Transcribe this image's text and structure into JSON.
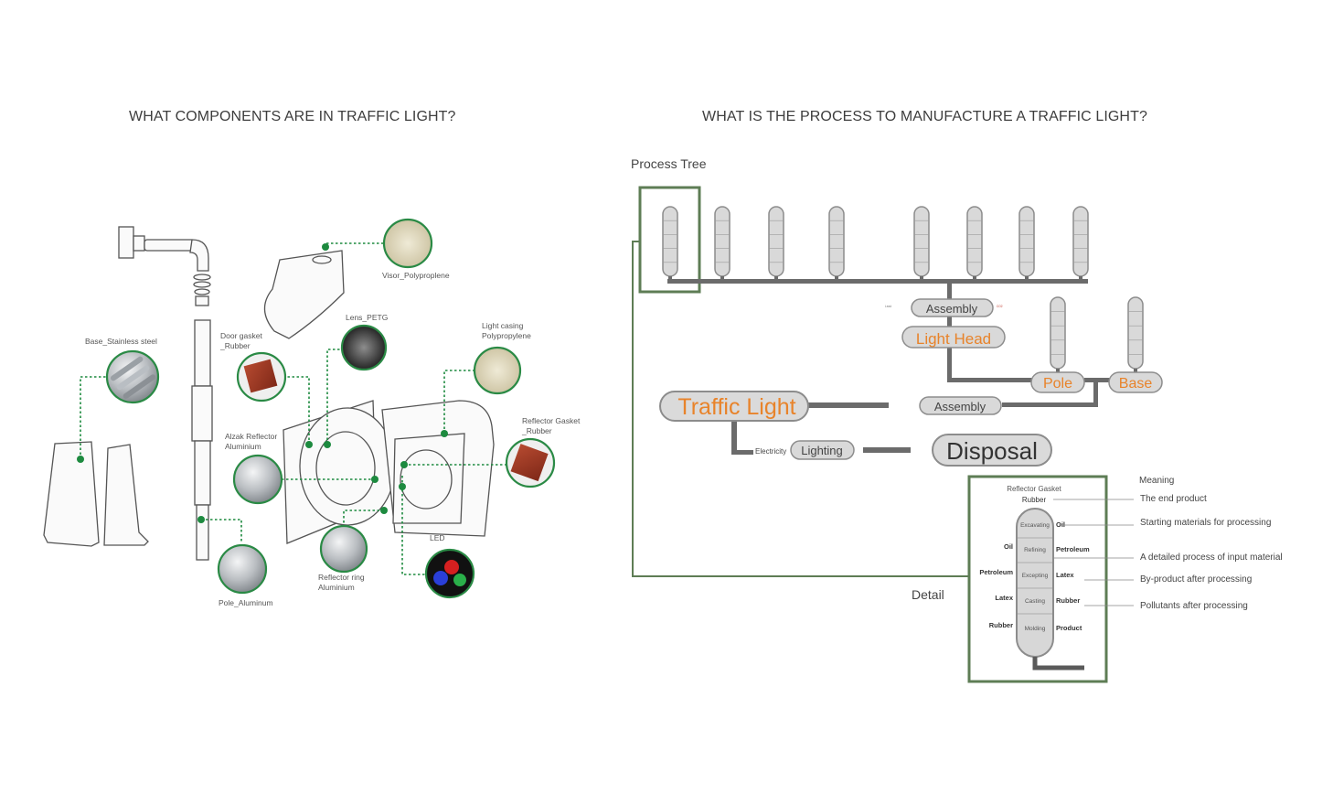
{
  "headers": {
    "left": "WHAT COMPONENTS ARE IN TRAFFIC LIGHT?",
    "right": "WHAT IS THE PROCESS TO MANUFACTURE A TRAFFIC LIGHT?"
  },
  "components": {
    "visor": "Visor_Polyproplene",
    "lens": "Lens_PETG",
    "light_casing": [
      "Light casing",
      "Polypropylene"
    ],
    "door_gasket": [
      "Door gasket",
      "_Rubber"
    ],
    "base": "Base_Stainless steel",
    "reflector_gasket": [
      "Reflector Gasket",
      "_Rubber"
    ],
    "alzak_reflector": [
      "Alzak Reflector",
      "Aluminium"
    ],
    "led": "LED",
    "reflector_ring": [
      "Reflector ring",
      "Aluminium"
    ],
    "pole": "Pole_Aluminum"
  },
  "process": {
    "tree_title": "Process Tree",
    "assembly_1": "Assembly",
    "light_head": "Light Head",
    "pole": "Pole",
    "base": "Base",
    "traffic_light": "Traffic Light",
    "assembly_2": "Assembly",
    "electricity": "Electricity",
    "lighting": "Lighting",
    "disposal": "Disposal",
    "detail_label": "Detail"
  },
  "detail": {
    "heading": "Reflector Gasket",
    "product": "Rubber",
    "steps": [
      "Excavating",
      "Refining",
      "Excepting",
      "Casting",
      "Molding"
    ],
    "outputs": [
      "Oil",
      "Petroleum",
      "Latex",
      "Rubber",
      "Product"
    ],
    "inputs": [
      "Oil",
      "Petroleum",
      "Latex",
      "Rubber"
    ]
  },
  "legend": {
    "title": "Meaning",
    "items": [
      "The end product",
      "Starting materials for processing",
      "A detailed process of input material",
      "By-product after processing",
      "Pollutants after processing"
    ]
  },
  "colors": {
    "accent_green": "#1d8a3f",
    "frame_green": "#5e7d55",
    "connector_gray": "#6b6b6b",
    "orange": "#e8832a",
    "pollutant_red": "#c0392b"
  }
}
